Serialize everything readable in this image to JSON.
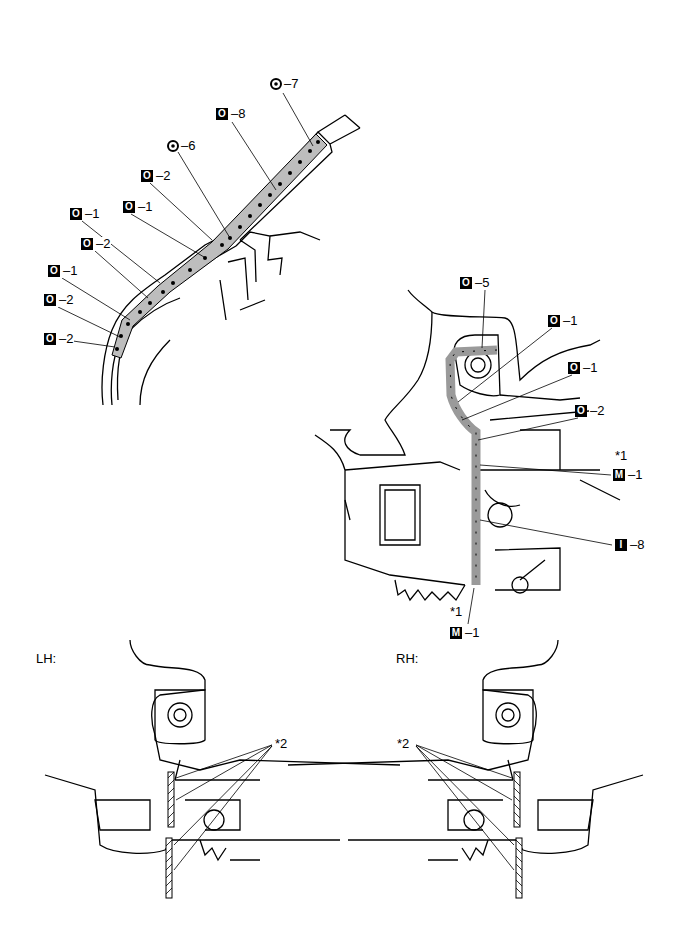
{
  "diagram": {
    "labels": [
      "–7",
      "O",
      "–8",
      "–6",
      "O",
      "–2",
      "O",
      "–1",
      "O",
      "–1",
      "O",
      "–2",
      "O",
      "–1",
      "O",
      "–2",
      "O",
      "–2",
      "O",
      "–5",
      "O",
      "–1",
      "O",
      "–1",
      "O",
      "–2",
      "*1",
      "M",
      "–1",
      "I",
      "–8",
      "*1",
      "M",
      "–1",
      "LH:",
      "*2",
      "RH:",
      "*2"
    ]
  }
}
